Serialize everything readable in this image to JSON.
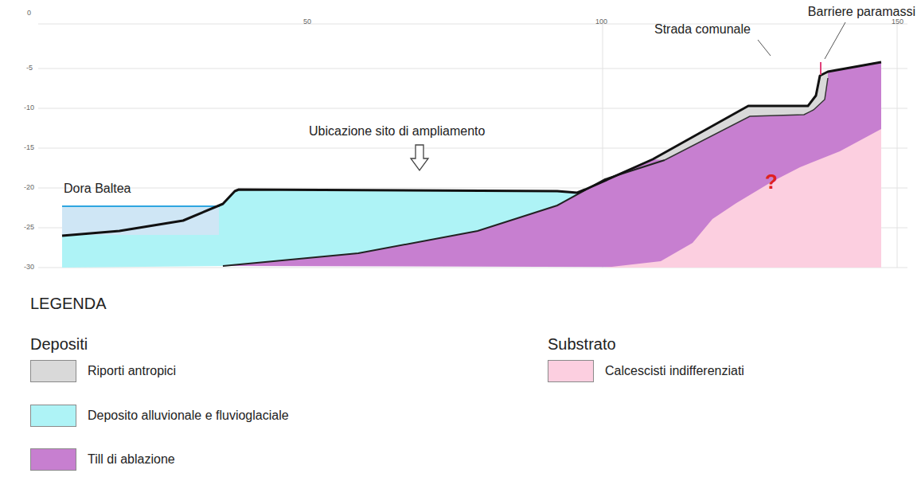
{
  "diagram": {
    "labels": [
      "Barriere paramassi",
      "Strada comunale",
      "Ubicazione sito di ampliamento",
      "Dora Baltea",
      "?",
      "0",
      "50",
      "100",
      "150",
      "-5",
      "-10",
      "-15",
      "-20",
      "-25",
      "-30",
      "LEGENDA",
      "Depositi",
      "Substrato"
    ],
    "legend": [
      {
        "text": "Riporti antropici",
        "color": "#d9d9d9"
      },
      {
        "text": "Deposito alluvionale e fluvioglaciale",
        "color": "#aef3f6"
      },
      {
        "text": "Till di ablazione",
        "color": "#c77fd0"
      },
      {
        "text": "Calcescisti indifferenziati",
        "color": "#fccfe0"
      }
    ]
  }
}
